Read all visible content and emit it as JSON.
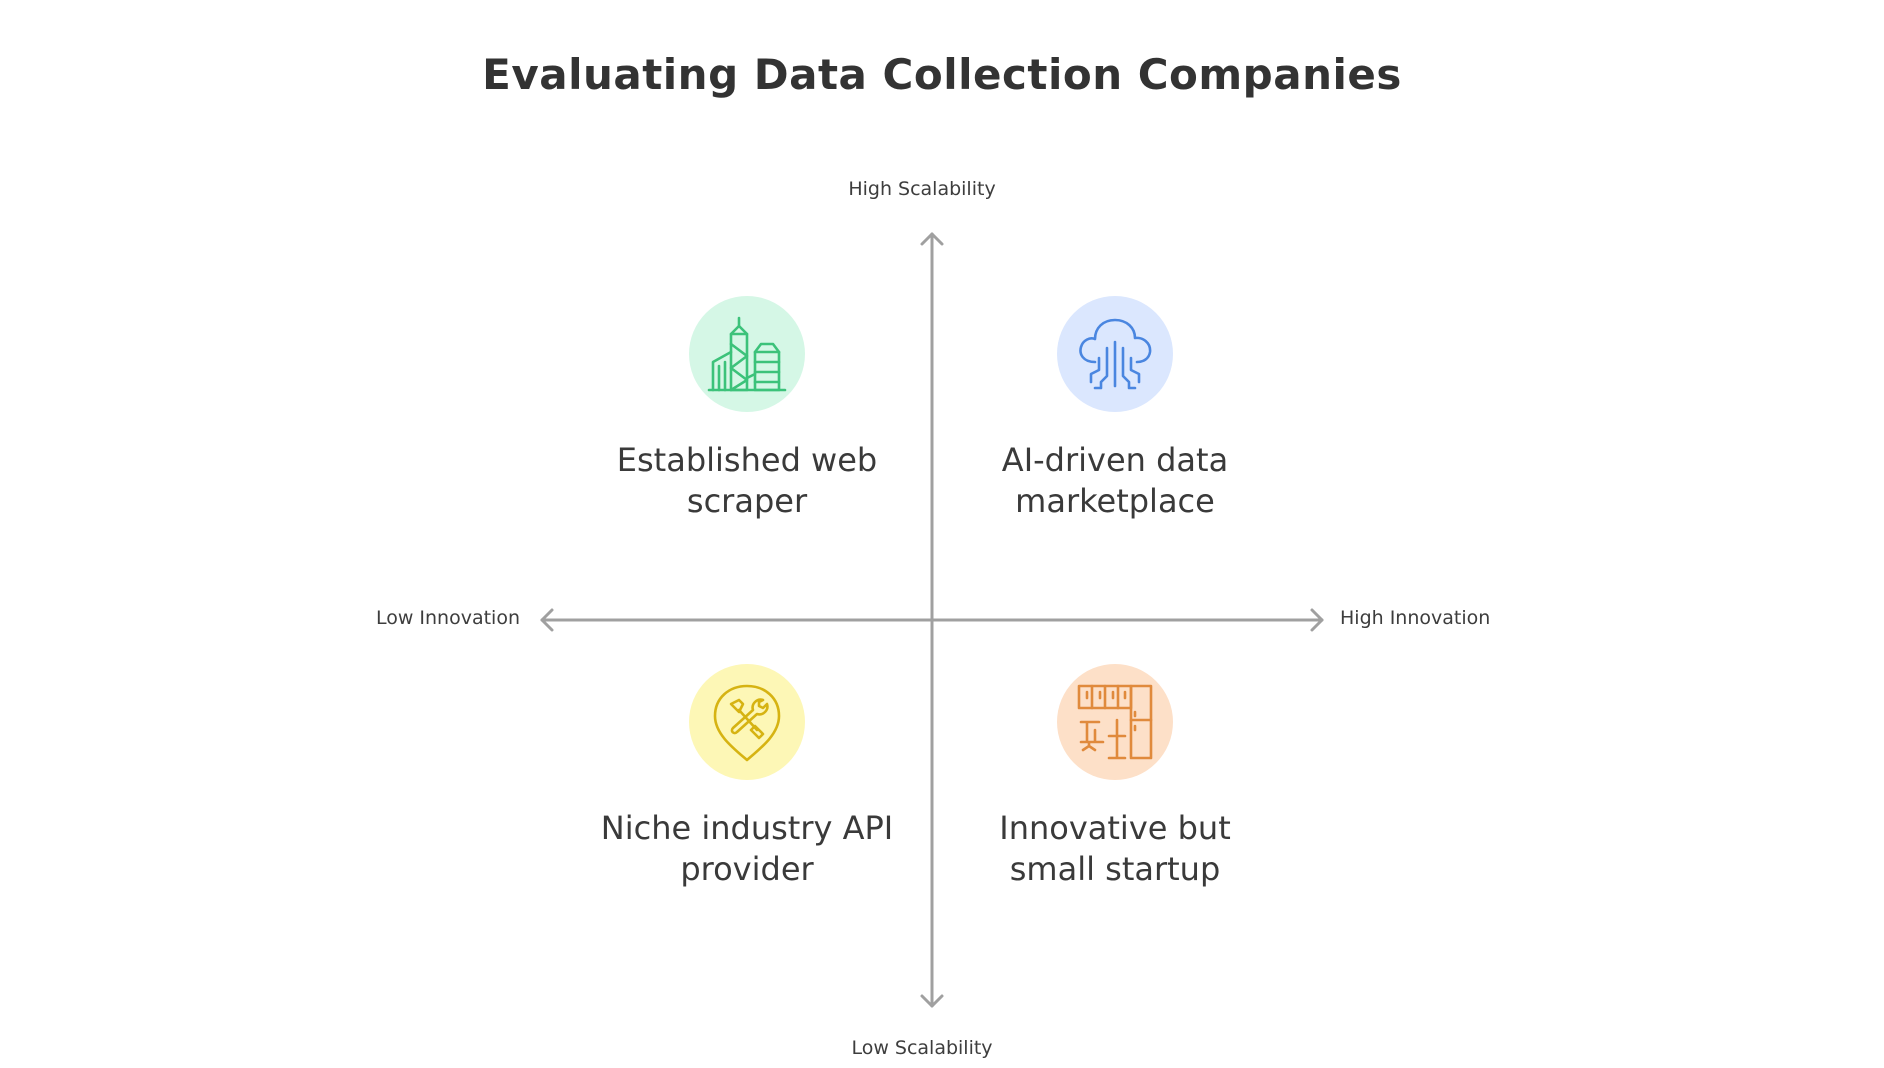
{
  "title": "Evaluating Data Collection Companies",
  "axes": {
    "y_high": "High Scalability",
    "y_low": "Low Scalability",
    "x_low": "Low Innovation",
    "x_high": "High Innovation",
    "axis_color": "#a0a0a0"
  },
  "quadrants": [
    {
      "label": "Established web scraper",
      "position": "top-left",
      "icon": "city-buildings-icon",
      "icon_color": "#3cc27a",
      "bg_color": "#d5f7e6"
    },
    {
      "label": "AI-driven data marketplace",
      "position": "top-right",
      "icon": "cloud-circuit-icon",
      "icon_color": "#4a86e0",
      "bg_color": "#dbe7fe"
    },
    {
      "label": "Niche industry API provider",
      "position": "bottom-left",
      "icon": "tools-pin-icon",
      "icon_color": "#d6b312",
      "bg_color": "#fdf7b6"
    },
    {
      "label": "Innovative but small startup",
      "position": "bottom-right",
      "icon": "office-floorplan-icon",
      "icon_color": "#e08a3c",
      "bg_color": "#fde0c8"
    }
  ]
}
